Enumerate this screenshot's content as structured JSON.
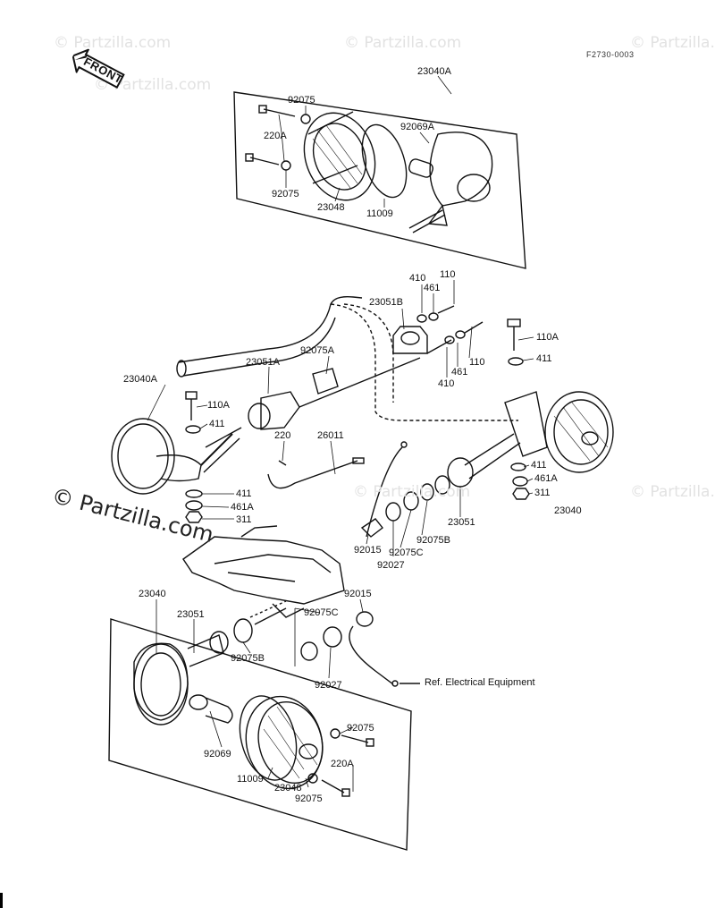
{
  "diagram_code": "F2730-0003",
  "front_label": "FRONT",
  "watermarks": [
    "© Partzilla.com",
    "© Partzilla.com",
    "© Partzilla.com",
    "© Partzilla.com",
    "© Partzilla.com",
    "© Partzilla.com",
    "© Partzilla.com"
  ],
  "parts": [
    "23040A",
    "92075",
    "92069A",
    "220A",
    "92075",
    "23048",
    "11009",
    "410",
    "110",
    "461",
    "23051B",
    "110A",
    "92075A",
    "461",
    "110",
    "411",
    "410",
    "23040A",
    "23051A",
    "110A",
    "411",
    "220",
    "26011",
    "411",
    "461A",
    "311",
    "411",
    "461A",
    "311",
    "23040",
    "23051",
    "92015",
    "92075B",
    "92075C",
    "92027",
    "23040",
    "23051",
    "92015",
    "92075C",
    "92075B",
    "92027",
    "92075",
    "220A",
    "92069",
    "11009",
    "23048",
    "92075"
  ],
  "reference_note": "Ref. Electrical Equipment"
}
